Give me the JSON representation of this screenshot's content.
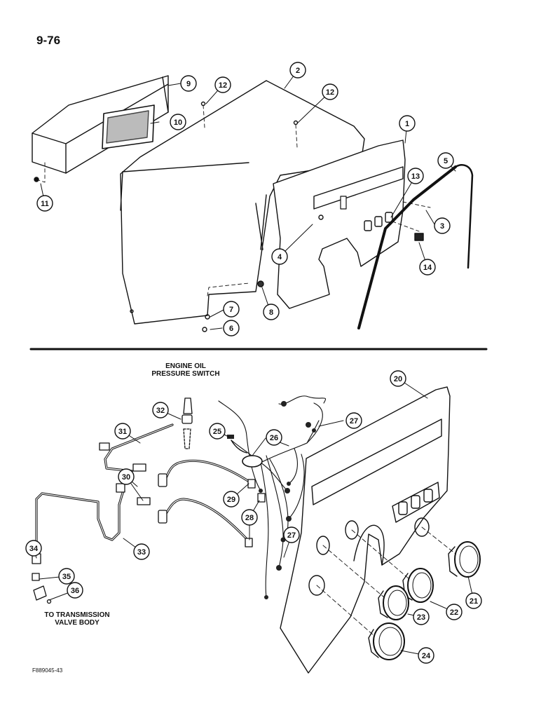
{
  "page_number": "9-76",
  "figure_id": "F889045-43",
  "labels": {
    "engine_oil_line1": "ENGINE OIL",
    "engine_oil_line2": "PRESSURE SWITCH",
    "trans_line1": "TO TRANSMISSION",
    "trans_line2": "VALVE BODY"
  },
  "callouts": [
    "1",
    "2",
    "3",
    "4",
    "5",
    "6",
    "7",
    "8",
    "9",
    "10",
    "11",
    "12",
    "12",
    "13",
    "14",
    "20",
    "21",
    "22",
    "23",
    "24",
    "25",
    "26",
    "27",
    "27",
    "28",
    "29",
    "30",
    "31",
    "32",
    "33",
    "34",
    "35",
    "36"
  ]
}
